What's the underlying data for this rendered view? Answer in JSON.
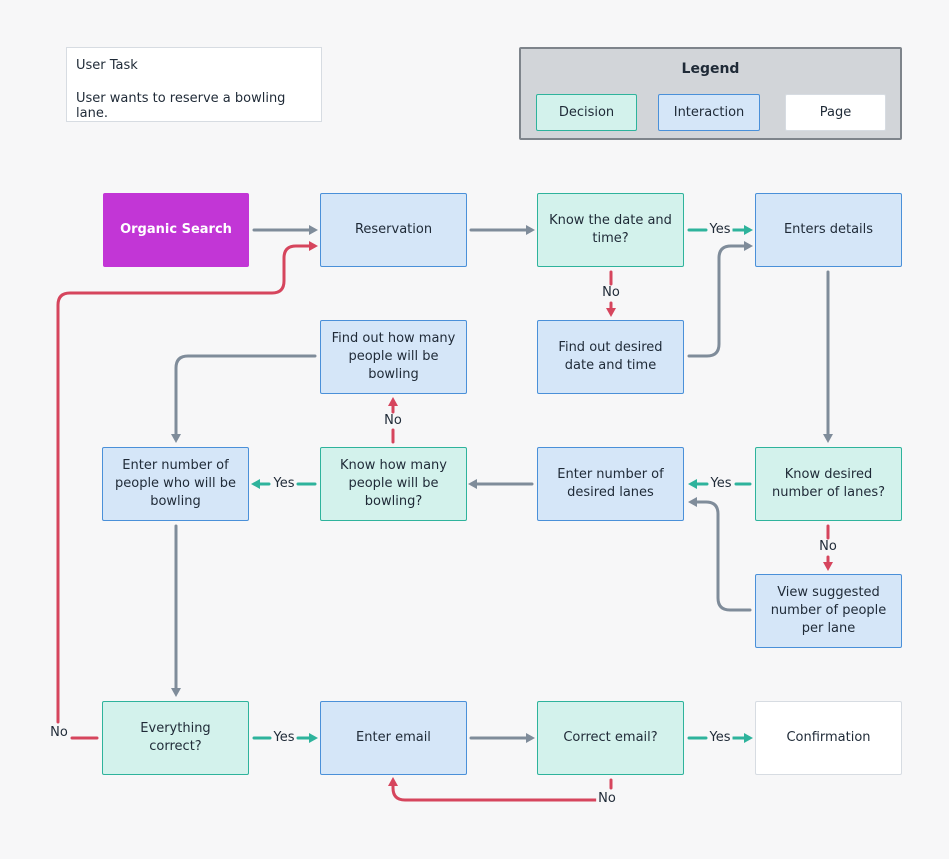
{
  "user_task": {
    "title": "User Task",
    "description": "User wants to reserve a bowling lane."
  },
  "legend": {
    "title": "Legend",
    "items": [
      {
        "label": "Decision",
        "type": "decision"
      },
      {
        "label": "Interaction",
        "type": "interaction"
      },
      {
        "label": "Page",
        "type": "page"
      }
    ]
  },
  "colors": {
    "interaction_fill": "#d5e6f8",
    "interaction_border": "#4a90d9",
    "decision_fill": "#d3f2ec",
    "decision_border": "#2eb39c",
    "page_border": "#d7dce2",
    "start_fill": "#c236d6",
    "flow_arrow": "#7f8c9a",
    "yes_arrow": "#2eb39c",
    "no_arrow": "#d6455d"
  },
  "nodes": {
    "organic_search": "Organic Search",
    "reservation": "Reservation",
    "know_date_time": "Know the date and time?",
    "enters_details": "Enters details",
    "find_date_time": "Find out desired date and time",
    "find_people": "Find out how many people will be bowling",
    "enter_people": "Enter number of people who will be bowling",
    "know_people": "Know how many people will be bowling?",
    "enter_lanes": "Enter number of desired lanes",
    "know_lanes": "Know desired number of lanes?",
    "view_suggested": "View suggested number of people per lane",
    "everything_correct": "Everything correct?",
    "enter_email": "Enter email",
    "correct_email": "Correct email?",
    "confirmation": "Confirmation"
  },
  "edge_labels": {
    "yes": "Yes",
    "no": "No"
  }
}
